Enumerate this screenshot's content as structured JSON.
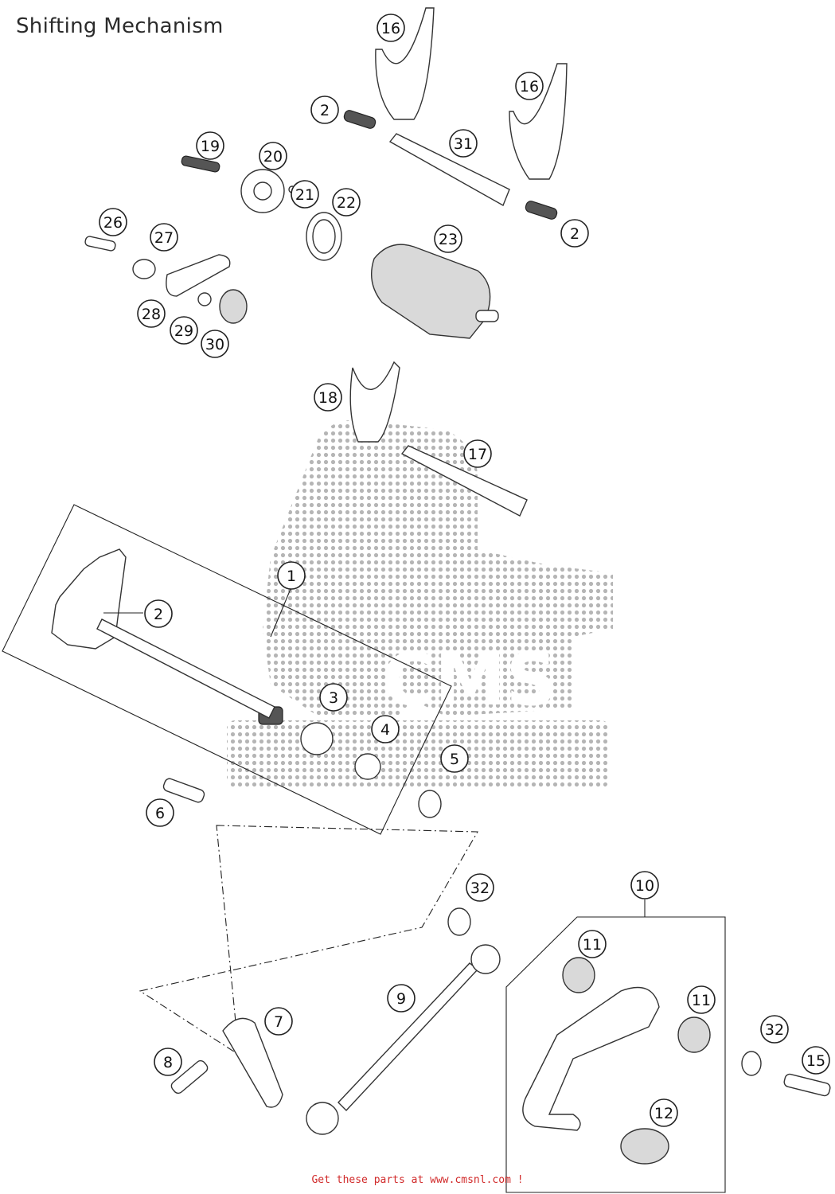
{
  "title": "Shifting Mechanism",
  "footer": "Get these parts at www.cmsnl.com !",
  "watermark": "CMS",
  "callouts": [
    {
      "label": "1"
    },
    {
      "label": "2"
    },
    {
      "label": "2"
    },
    {
      "label": "2"
    },
    {
      "label": "3"
    },
    {
      "label": "4"
    },
    {
      "label": "5"
    },
    {
      "label": "6"
    },
    {
      "label": "7"
    },
    {
      "label": "8"
    },
    {
      "label": "9"
    },
    {
      "label": "10"
    },
    {
      "label": "11"
    },
    {
      "label": "11"
    },
    {
      "label": "12"
    },
    {
      "label": "15"
    },
    {
      "label": "16"
    },
    {
      "label": "16"
    },
    {
      "label": "17"
    },
    {
      "label": "18"
    },
    {
      "label": "19"
    },
    {
      "label": "20"
    },
    {
      "label": "21"
    },
    {
      "label": "22"
    },
    {
      "label": "23"
    },
    {
      "label": "26"
    },
    {
      "label": "27"
    },
    {
      "label": "28"
    },
    {
      "label": "29"
    },
    {
      "label": "30"
    },
    {
      "label": "31"
    },
    {
      "label": "32"
    },
    {
      "label": "32"
    }
  ]
}
